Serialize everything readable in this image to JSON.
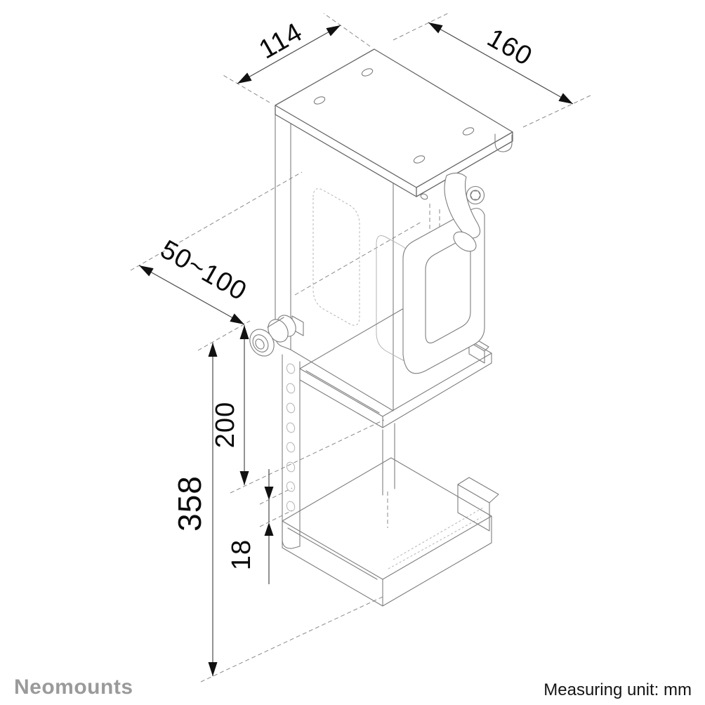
{
  "branding": {
    "logo": "Neomounts",
    "logo_color": "#9a9a9a"
  },
  "footer": {
    "measuring_unit": "Measuring unit: mm"
  },
  "dimensions": {
    "top_width": {
      "value": "114"
    },
    "top_depth": {
      "value": "160"
    },
    "clamp_width_range": {
      "value": "50~100"
    },
    "upper_height": {
      "value": "200"
    },
    "total_height": {
      "value": "358"
    },
    "hole_pitch": {
      "value": "18"
    }
  },
  "colors": {
    "background": "#ffffff",
    "drawing_lines": "#7d7d7d",
    "dimension_lines": "#4a4a4a",
    "dimension_text": "#0a0a0a",
    "arrowheads": "#111111"
  }
}
